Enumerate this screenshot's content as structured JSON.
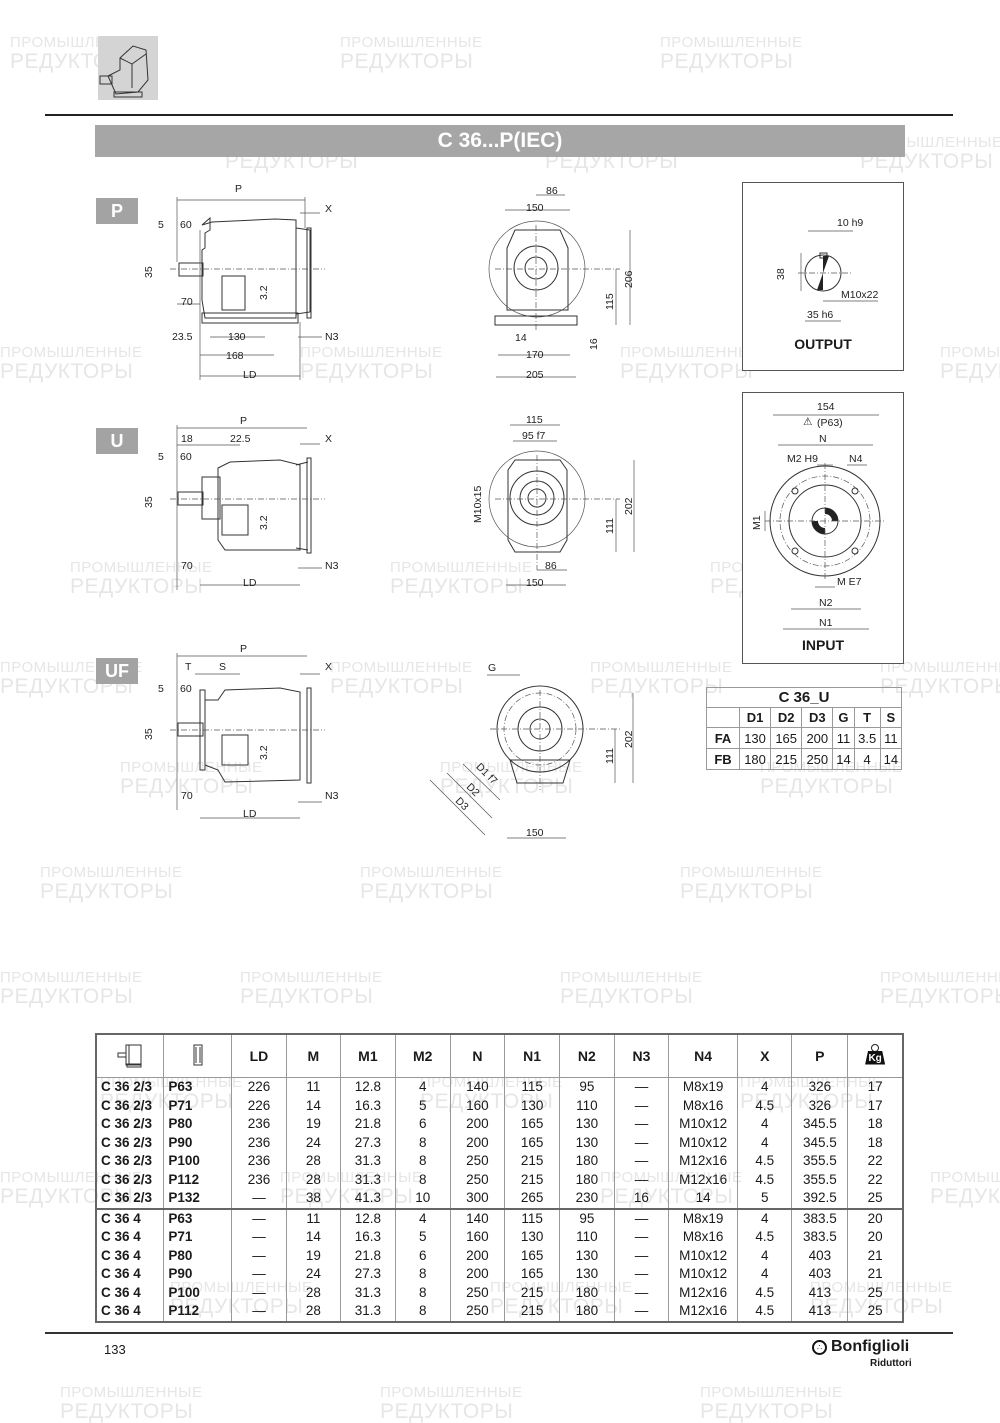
{
  "header": {
    "title": "C 36...P(IEC)",
    "watermark_line1": "ПРОМЫШЛЕННЫЕ",
    "watermark_line2": "РЕДУКТОРЫ"
  },
  "views": {
    "P": {
      "badge": "P",
      "side_dims": {
        "P": "P",
        "X": "X",
        "d5": "5",
        "d60": "60",
        "d35": "35",
        "d70": "70",
        "d32": "3.2",
        "d235": "23.5",
        "d130": "130",
        "d168": "168",
        "LD": "LD",
        "N3": "N3"
      },
      "front_dims": {
        "d86": "86",
        "d150": "150",
        "d206": "206",
        "d115": "115",
        "d14": "14",
        "d16": "16",
        "d170": "170",
        "d205": "205"
      }
    },
    "U": {
      "badge": "U",
      "side_dims": {
        "P": "P",
        "X": "X",
        "d18": "18",
        "d225": "22.5",
        "d5": "5",
        "d60": "60",
        "d35": "35",
        "d32": "3.2",
        "d70": "70",
        "LD": "LD",
        "N3": "N3"
      },
      "front_dims": {
        "d115": "115",
        "d95": "95 f7",
        "m10": "M10x15",
        "d202": "202",
        "d111": "111",
        "d86": "86",
        "d150": "150"
      }
    },
    "UF": {
      "badge": "UF",
      "side_dims": {
        "P": "P",
        "T": "T",
        "S": "S",
        "X": "X",
        "d5": "5",
        "d60": "60",
        "d35": "35",
        "d32": "3.2",
        "d70": "70",
        "LD": "LD",
        "N3": "N3"
      },
      "front_dims": {
        "G": "G",
        "D1": "D1 f7",
        "D2": "D2",
        "D3": "D3",
        "d202": "202",
        "d111": "111",
        "d150": "150"
      }
    }
  },
  "output_box": {
    "label": "OUTPUT",
    "d10": "10 h9",
    "d38": "38",
    "thread": "M10x22",
    "d35": "35 h6"
  },
  "input_box": {
    "label": "INPUT",
    "d154": "154",
    "warn": "(P63)",
    "N": "N",
    "M2": "M2 H9",
    "N4": "N4",
    "M1": "M1",
    "M": "M E7",
    "N2": "N2",
    "N1": "N1"
  },
  "flange_table": {
    "title": "C 36_U",
    "headers": [
      "",
      "D1",
      "D2",
      "D3",
      "G",
      "T",
      "S"
    ],
    "rows": [
      [
        "FA",
        "130",
        "165",
        "200",
        "11",
        "3.5",
        "11"
      ],
      [
        "FB",
        "180",
        "215",
        "250",
        "14",
        "4",
        "14"
      ]
    ]
  },
  "main_table": {
    "headers": [
      "gearbox-icon",
      "motor-flange-icon",
      "LD",
      "M",
      "M1",
      "M2",
      "N",
      "N1",
      "N2",
      "N3",
      "N4",
      "X",
      "P",
      "weight-kg-icon"
    ],
    "weight_label": "Kg",
    "rows": [
      [
        "C 36 2/3",
        "P63",
        "226",
        "11",
        "12.8",
        "4",
        "140",
        "115",
        "95",
        "—",
        "M8x19",
        "4",
        "326",
        "17"
      ],
      [
        "C 36 2/3",
        "P71",
        "226",
        "14",
        "16.3",
        "5",
        "160",
        "130",
        "110",
        "—",
        "M8x16",
        "4.5",
        "326",
        "17"
      ],
      [
        "C 36 2/3",
        "P80",
        "236",
        "19",
        "21.8",
        "6",
        "200",
        "165",
        "130",
        "—",
        "M10x12",
        "4",
        "345.5",
        "18"
      ],
      [
        "C 36 2/3",
        "P90",
        "236",
        "24",
        "27.3",
        "8",
        "200",
        "165",
        "130",
        "—",
        "M10x12",
        "4",
        "345.5",
        "18"
      ],
      [
        "C 36 2/3",
        "P100",
        "236",
        "28",
        "31.3",
        "8",
        "250",
        "215",
        "180",
        "—",
        "M12x16",
        "4.5",
        "355.5",
        "22"
      ],
      [
        "C 36 2/3",
        "P112",
        "236",
        "28",
        "31.3",
        "8",
        "250",
        "215",
        "180",
        "—",
        "M12x16",
        "4.5",
        "355.5",
        "22"
      ],
      [
        "C 36 2/3",
        "P132",
        "—",
        "38",
        "41.3",
        "10",
        "300",
        "265",
        "230",
        "16",
        "14",
        "5",
        "392.5",
        "25"
      ],
      [
        "C 36 4",
        "P63",
        "—",
        "11",
        "12.8",
        "4",
        "140",
        "115",
        "95",
        "—",
        "M8x19",
        "4",
        "383.5",
        "20"
      ],
      [
        "C 36 4",
        "P71",
        "—",
        "14",
        "16.3",
        "5",
        "160",
        "130",
        "110",
        "—",
        "M8x16",
        "4.5",
        "383.5",
        "20"
      ],
      [
        "C 36 4",
        "P80",
        "—",
        "19",
        "21.8",
        "6",
        "200",
        "165",
        "130",
        "—",
        "M10x12",
        "4",
        "403",
        "21"
      ],
      [
        "C 36 4",
        "P90",
        "—",
        "24",
        "27.3",
        "8",
        "200",
        "165",
        "130",
        "—",
        "M10x12",
        "4",
        "403",
        "21"
      ],
      [
        "C 36 4",
        "P100",
        "—",
        "28",
        "31.3",
        "8",
        "250",
        "215",
        "180",
        "—",
        "M12x16",
        "4.5",
        "413",
        "25"
      ],
      [
        "C 36 4",
        "P112",
        "—",
        "28",
        "31.3",
        "8",
        "250",
        "215",
        "180",
        "—",
        "M12x16",
        "4.5",
        "413",
        "25"
      ]
    ]
  },
  "footer": {
    "page_number": "133",
    "brand": "Bonfiglioli",
    "brand_sub": "Riduttori"
  }
}
